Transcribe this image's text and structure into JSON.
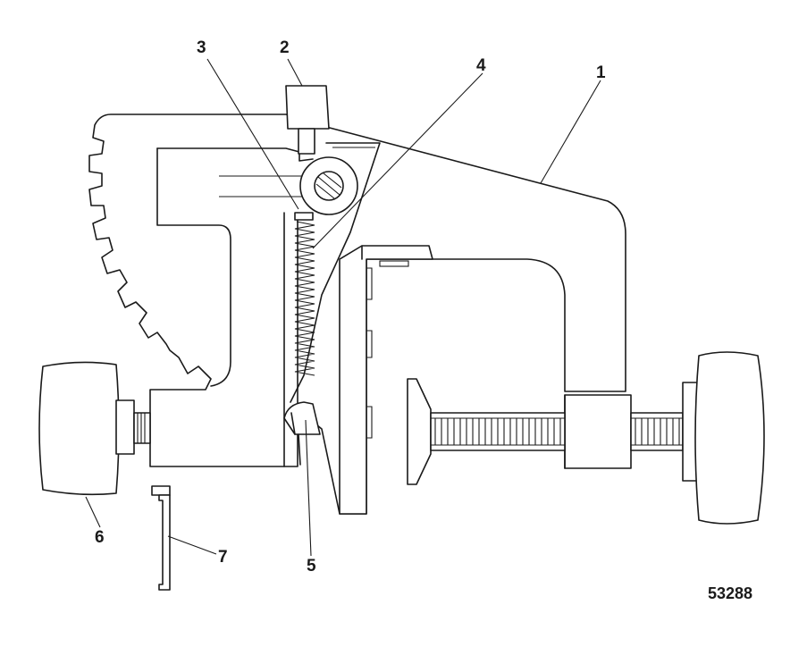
{
  "callouts": [
    {
      "id": "1",
      "label": "1"
    },
    {
      "id": "2",
      "label": "2"
    },
    {
      "id": "3",
      "label": "3"
    },
    {
      "id": "4",
      "label": "4"
    },
    {
      "id": "5",
      "label": "5"
    },
    {
      "id": "6",
      "label": "6"
    },
    {
      "id": "7",
      "label": "7"
    }
  ],
  "figure_number": "53288"
}
